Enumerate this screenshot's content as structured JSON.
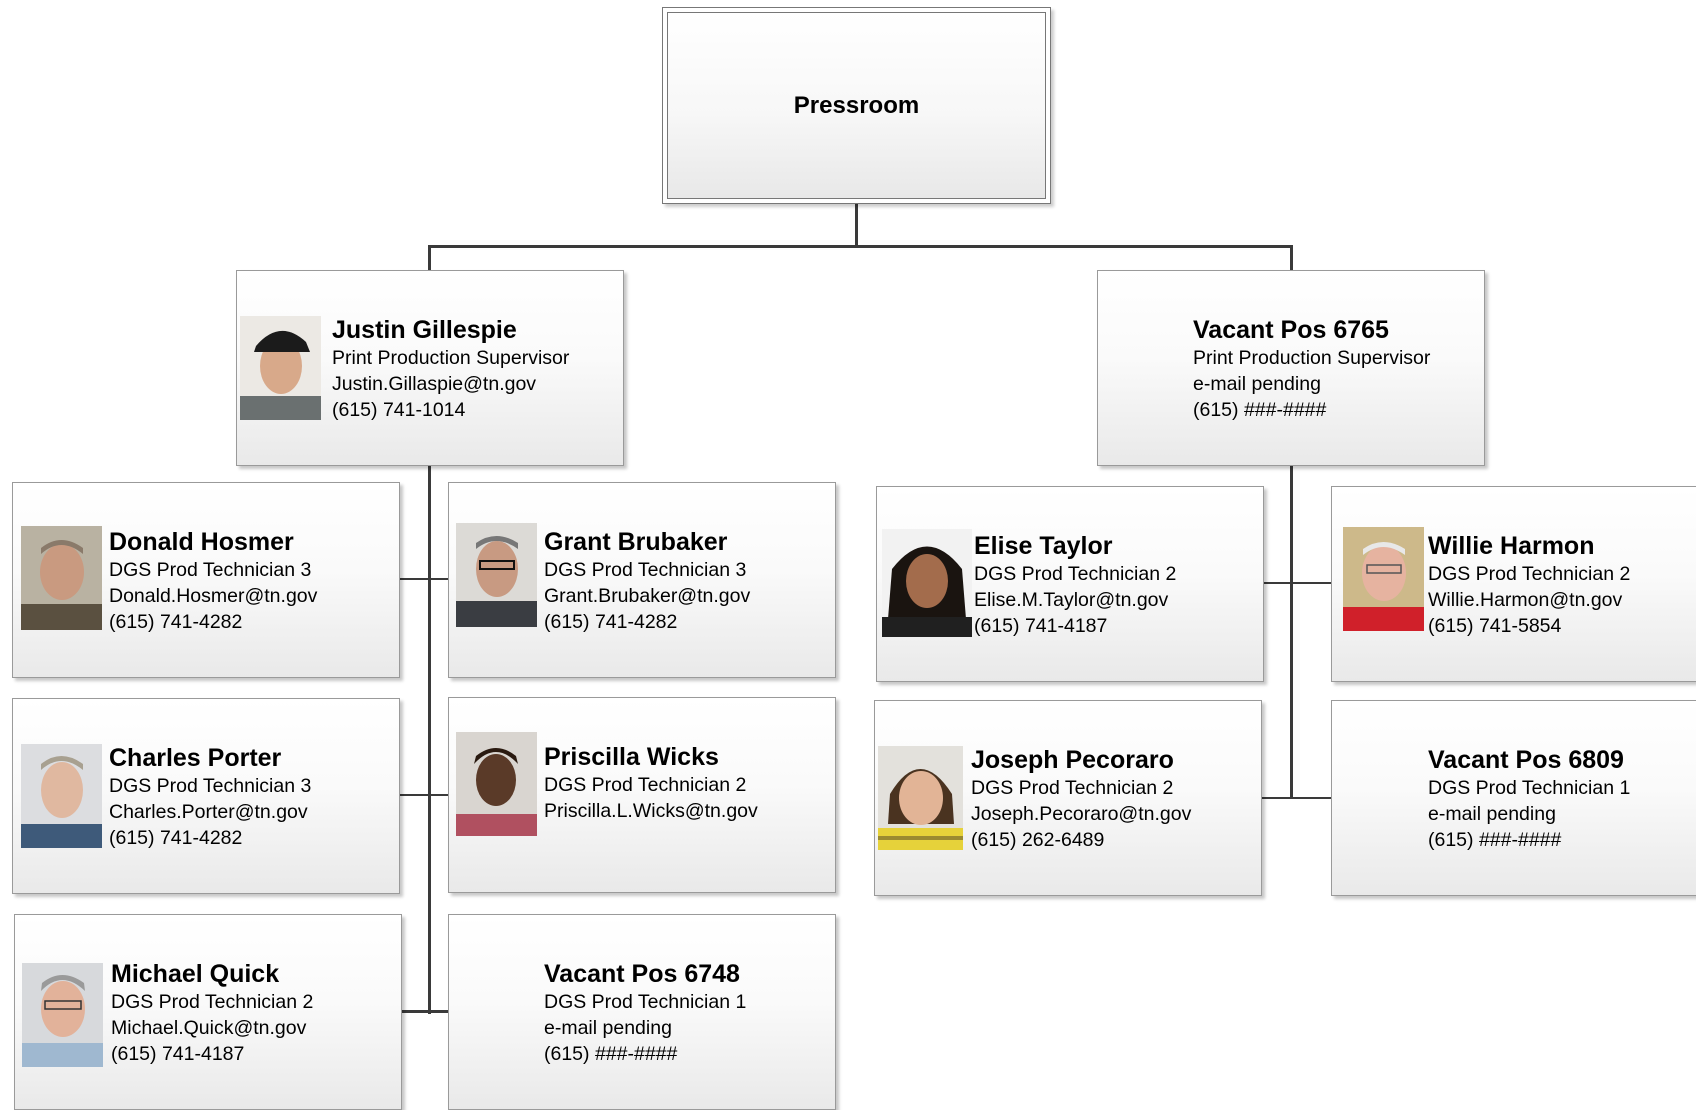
{
  "root": {
    "label": "Pressroom"
  },
  "supervisors": [
    {
      "id": "gillespie",
      "name": "Justin Gillespie",
      "title": "Print Production Supervisor",
      "email": "Justin.Gillaspie@tn.gov",
      "phone": "(615) 741-1014",
      "photo": true
    },
    {
      "id": "vacant-6765",
      "name": "Vacant Pos 6765",
      "title": "Print Production Supervisor",
      "email": "e-mail pending",
      "phone": "(615) ###-####",
      "photo": false
    }
  ],
  "staff": [
    {
      "id": "hosmer",
      "name": "Donald Hosmer",
      "title": "DGS Prod Technician 3",
      "email": "Donald.Hosmer@tn.gov",
      "phone": "(615) 741-4282"
    },
    {
      "id": "brubaker",
      "name": "Grant Brubaker",
      "title": "DGS Prod Technician 3",
      "email": "Grant.Brubaker@tn.gov",
      "phone": "(615) 741-4282"
    },
    {
      "id": "porter",
      "name": "Charles Porter",
      "title": "DGS Prod Technician 3",
      "email": "Charles.Porter@tn.gov",
      "phone": "(615) 741-4282"
    },
    {
      "id": "wicks",
      "name": "Priscilla Wicks",
      "title": "DGS Prod Technician 2",
      "email": "Priscilla.L.Wicks@tn.gov",
      "phone": ""
    },
    {
      "id": "quick",
      "name": "Michael Quick",
      "title": "DGS Prod Technician 2",
      "email": "Michael.Quick@tn.gov",
      "phone": "(615) 741-4187"
    },
    {
      "id": "vacant-6748",
      "name": "Vacant Pos 6748",
      "title": "DGS Prod Technician 1",
      "email": "e-mail pending",
      "phone": "(615) ###-####"
    },
    {
      "id": "taylor",
      "name": "Elise Taylor",
      "title": "DGS Prod Technician 2",
      "email": "Elise.M.Taylor@tn.gov",
      "phone": "(615) 741-4187"
    },
    {
      "id": "harmon",
      "name": "Willie Harmon",
      "title": "DGS Prod Technician 2",
      "email": "Willie.Harmon@tn.gov",
      "phone": "(615) 741-5854"
    },
    {
      "id": "pecoraro",
      "name": "Joseph Pecoraro",
      "title": "DGS Prod Technician 2",
      "email": "Joseph.Pecoraro@tn.gov",
      "phone": "(615) 262-6489"
    },
    {
      "id": "vacant-6809",
      "name": "Vacant Pos 6809",
      "title": "DGS Prod Technician 1",
      "email": "e-mail pending",
      "phone": "(615) ###-####"
    }
  ],
  "colors": {
    "line": "#3a3a3a",
    "box_border": "#9a9a9a"
  }
}
